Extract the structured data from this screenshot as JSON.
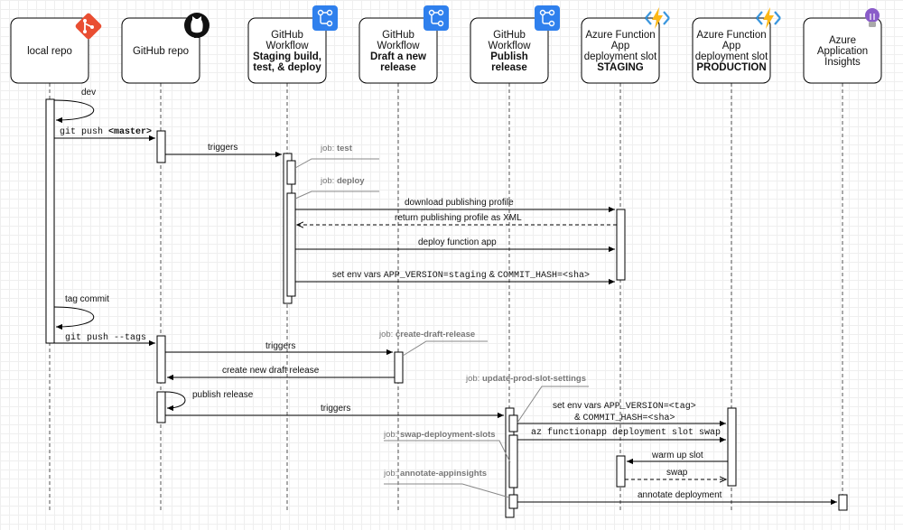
{
  "participants": {
    "local_repo": {
      "line1": "local repo"
    },
    "github_repo": {
      "line1": "GitHub repo"
    },
    "wf_staging": {
      "line1": "GitHub",
      "line2": "Workflow",
      "line3": "Staging build,",
      "line4": "test, & deploy"
    },
    "wf_draft": {
      "line1": "GitHub",
      "line2": "Workflow",
      "line3": "Draft a new",
      "line4": "release"
    },
    "wf_publish": {
      "line1": "GitHub",
      "line2": "Workflow",
      "line3": "Publish",
      "line4": "release"
    },
    "fn_staging": {
      "line1": "Azure Function",
      "line2": "App",
      "line3": "deployment slot",
      "line4": "STAGING"
    },
    "fn_production": {
      "line1": "Azure Function",
      "line2": "App",
      "line3": "deployment slot",
      "line4": "PRODUCTION"
    },
    "insights": {
      "line1": "Azure",
      "line2": "Application",
      "line3": "Insights"
    }
  },
  "icons": {
    "git": "git-icon",
    "github": "github-octocat-icon",
    "workflow": "github-actions-workflow-icon",
    "function": "azure-functions-lightning-icon",
    "insights": "application-insights-lightbulb-icon"
  },
  "colors": {
    "git": "#e94e32",
    "actions": "#2f80ed",
    "azure_fn": "#fcb716",
    "insights": "#8a5cc9"
  },
  "messages": {
    "dev": "dev",
    "git_push": "git push ",
    "master": "<master>",
    "triggers_1": "triggers",
    "download_profile": "download publishing profile",
    "return_profile": "return publishing profile as XML",
    "deploy_app": "deploy function app",
    "set_env_1_a": "set env vars ",
    "set_env_1_b": "APP_VERSION=staging",
    "set_env_1_c": " & ",
    "set_env_1_d": "COMMIT_HASH=<sha>",
    "tag_commit": "tag commit",
    "push_tags": "git push --tags",
    "triggers_2": "triggers",
    "create_draft": "create new draft release",
    "publish_release": "publish release",
    "triggers_3": "triggers",
    "set_env_2_a": "set env vars ",
    "set_env_2_b": "APP_VERSION=<tag>",
    "set_env_2_c": "& ",
    "set_env_2_d": "COMMIT_HASH=<sha>",
    "swap_cmd": "az functionapp deployment slot swap",
    "warm_up": "warm up slot",
    "swap": "swap",
    "annotate": "annotate deployment"
  },
  "jobs": {
    "test": {
      "prefix": "job: ",
      "name": "test"
    },
    "deploy": {
      "prefix": "job: ",
      "name": "deploy"
    },
    "create_draft": {
      "prefix": "job: ",
      "name": "create-draft-release"
    },
    "update_prod": {
      "prefix": "job: ",
      "name": "update-prod-slot-settings"
    },
    "swap_slots": {
      "prefix": "job: ",
      "name": "swap-deployment-slots"
    },
    "annotate": {
      "prefix": "job: ",
      "name": "annotate-appinsights"
    }
  }
}
